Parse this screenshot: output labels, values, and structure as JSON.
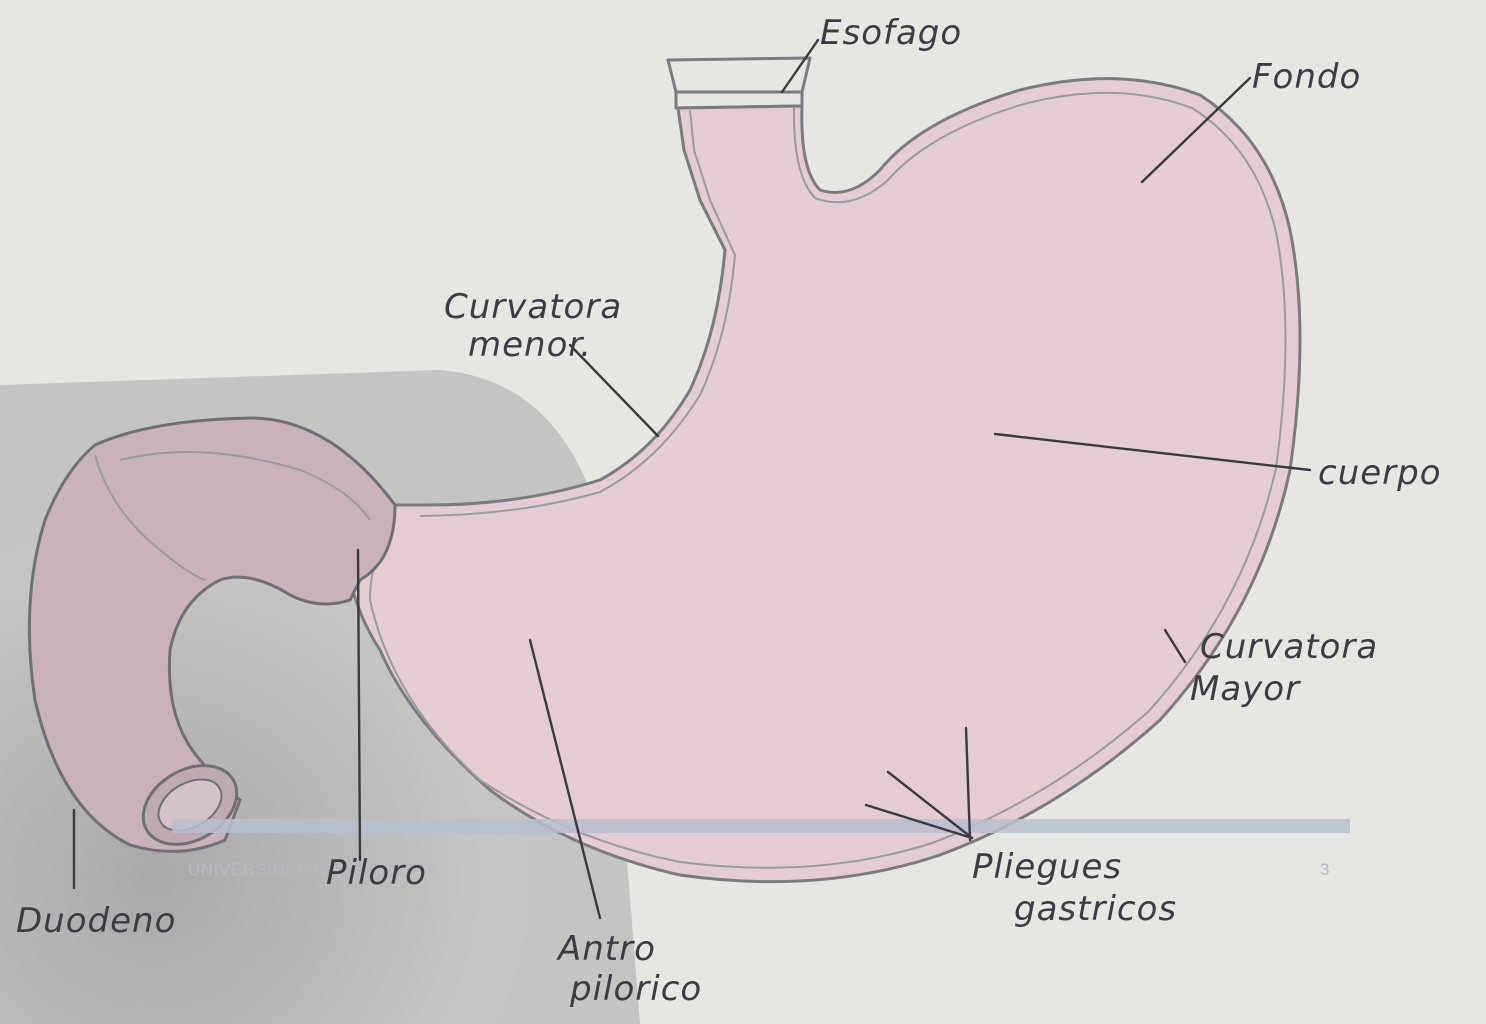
{
  "labels": {
    "esofago": "Esofago",
    "fondo": "Fondo",
    "curvatura_menor_1": "Curvatora",
    "curvatura_menor_2": "menor.",
    "cuerpo": "cuerpo",
    "curvatura_mayor_1": "Curvatora",
    "curvatura_mayor_2": "Mayor",
    "pliegues_1": "Pliegues",
    "pliegues_2": "gastricos",
    "antro_1": "Antro",
    "antro_2": "pilorico",
    "piloro": "Piloro",
    "duodeno": "Duodeno"
  },
  "footer": {
    "institution": "UNIVERSIDAD DEL NORESTE",
    "page_number": "3"
  },
  "colors": {
    "paper": "#e6e6e3",
    "stomach_fill": "#e3cdd3",
    "duodenum_fill": "#c9b3ba",
    "footer_bar": "#b8bfcc"
  }
}
